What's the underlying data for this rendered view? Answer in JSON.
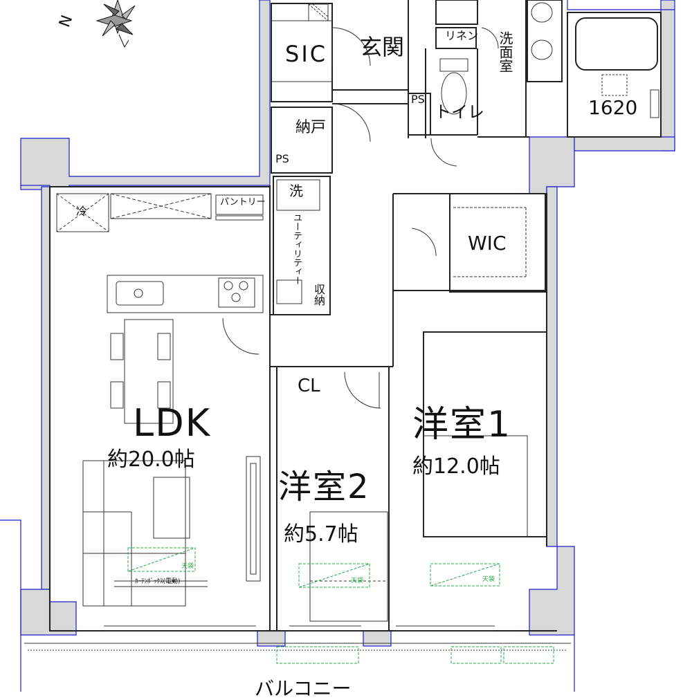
{
  "compass": {
    "north_label": "N"
  },
  "rooms": {
    "ldk": {
      "name": "LDK",
      "area": "約20.0帖"
    },
    "western1": {
      "name": "洋室1",
      "area": "約12.0帖"
    },
    "western2": {
      "name": "洋室2",
      "area": "約5.7帖"
    },
    "entrance": {
      "name": "玄関"
    },
    "sic": {
      "name": "SIC"
    },
    "storage": {
      "name": "納戸"
    },
    "wic": {
      "name": "WIC"
    },
    "toilet": {
      "name": "トイレ"
    },
    "washroom": {
      "name": "洗面室"
    },
    "bath": {
      "name": "1620"
    },
    "linen": {
      "name": "リネン"
    },
    "utility": {
      "name": "ユーティリティー"
    },
    "pantry": {
      "name": "パントリー"
    },
    "cl": {
      "name": "CL"
    },
    "washer": {
      "name": "洗"
    },
    "shuno": {
      "name": "収納"
    },
    "ps1": {
      "name": "PS"
    },
    "ps2": {
      "name": "PS"
    },
    "fridge": {
      "name": "冷"
    },
    "balcony": {
      "name": "バルコニー"
    }
  },
  "annotations": {
    "tenkou1": "天袋",
    "tenkou2": "天袋",
    "tenkou3": "天袋",
    "curtain_box": "ｶｰﾃﾝﾎﾞｯｸｽ(電動)"
  },
  "colors": {
    "wall_fill": "#d8d8d8",
    "wall_line": "#1a1acc",
    "line": "#222222",
    "green": "#2aa84a"
  }
}
